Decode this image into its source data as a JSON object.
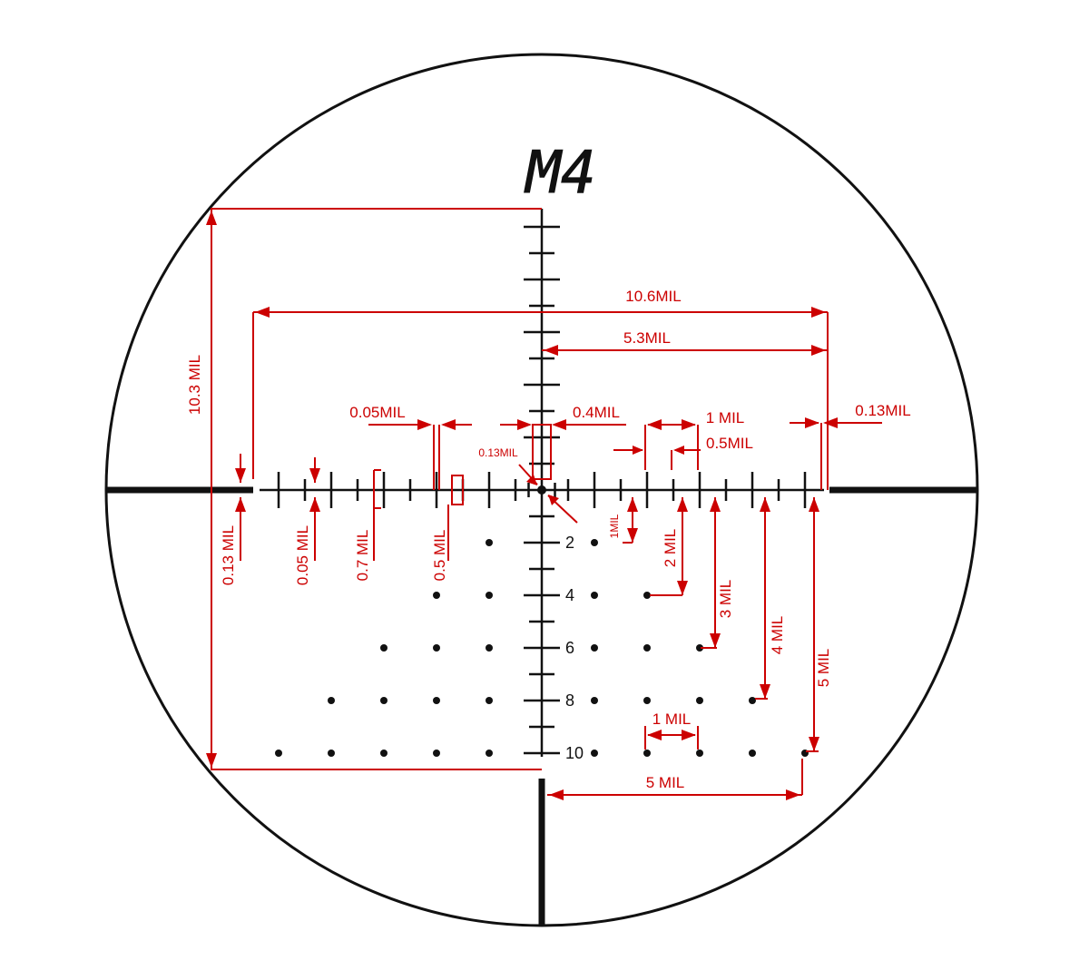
{
  "reticle": {
    "name": "M4",
    "colors": {
      "reticle": "#111111",
      "dimension": "#cc0000",
      "background": "#ffffff"
    },
    "elevation_numbers": [
      "2",
      "4",
      "6",
      "8",
      "10"
    ],
    "labels": {
      "total_height": "10.3 MIL",
      "total_width": "10.6MIL",
      "half_width": "5.3MIL",
      "line_width_left": "0.05MIL",
      "center_gap": "0.4MIL",
      "dot_size": "0.13MIL",
      "right_thick_gap": "0.13MIL",
      "one_mil_top": "1 MIL",
      "half_mil_top": "0.5MIL",
      "thick_bar_height": "0.13 MIL",
      "tick_line_width": "0.05 MIL",
      "major_tick": "0.7 MIL",
      "minor_tick": "0.5 MIL",
      "drop_1": "1MIL",
      "drop_2": "2 MIL",
      "drop_3": "3 MIL",
      "drop_4": "4 MIL",
      "drop_5": "5 MIL",
      "dot_spacing": "1 MIL",
      "wind_width": "5 MIL"
    }
  }
}
